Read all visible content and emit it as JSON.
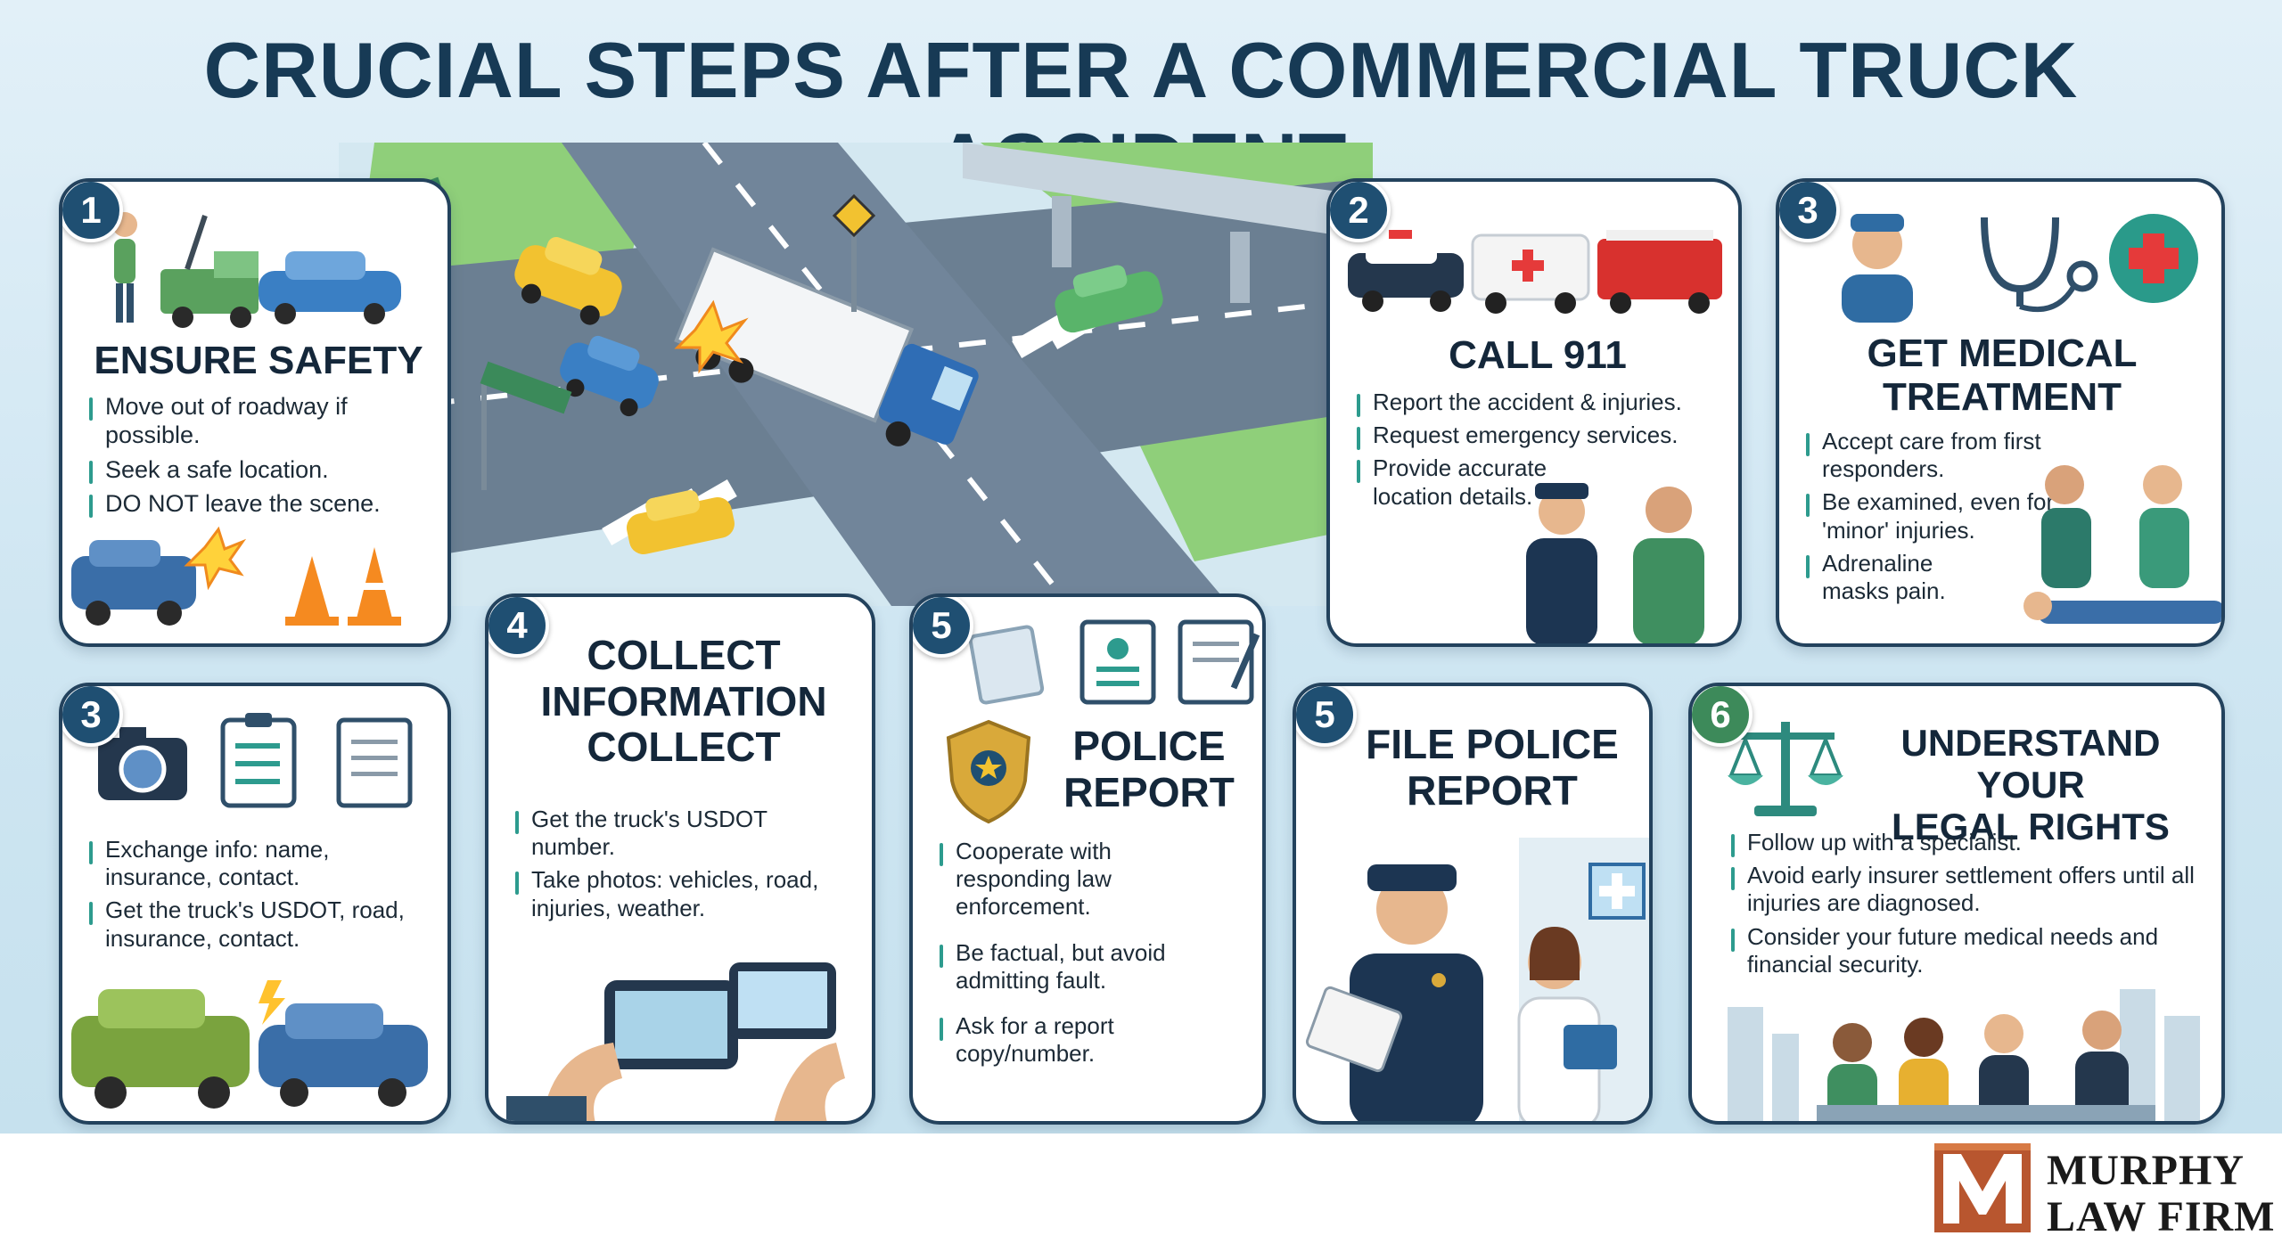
{
  "title": "CRUCIAL STEPS AFTER A COMMERCIAL TRUCK ACCIDENT",
  "colors": {
    "navy": "#1f4f72",
    "title": "#173a55",
    "accent": "#2d9b8e",
    "green_badge": "#3d8a5a",
    "logo_copper": "#b8562f"
  },
  "cards": {
    "safety": {
      "number": "1",
      "title": "ENSURE SAFETY",
      "bullets": [
        "Move out of roadway if possible.",
        "Seek a safe location.",
        "DO NOT leave the scene."
      ]
    },
    "call911": {
      "number": "2",
      "title": "CALL 911",
      "bullets": [
        "Report the accident & injuries.",
        "Request emergency services.",
        "Provide accurate location details."
      ]
    },
    "medical": {
      "number": "3",
      "title": "GET MEDICAL TREATMENT",
      "bullets": [
        "Accept care from first responders.",
        "Be examined, even for 'minor' injuries.",
        "Adrenaline masks pain."
      ]
    },
    "exchange": {
      "number": "3",
      "bullets": [
        "Exchange info: name, insurance, contact.",
        "Get the truck's USDOT, road, insurance, contact."
      ]
    },
    "collect": {
      "number": "4",
      "title_lines": [
        "COLLECT",
        "INFORMATION",
        "COLLECT"
      ],
      "bullets": [
        "Get the truck's USDOT number.",
        "Take photos: vehicles, road, injuries, weather."
      ]
    },
    "police_report": {
      "number": "5",
      "title_lines": [
        "POLICE",
        "REPORT"
      ],
      "bullets": [
        "Cooperate with responding law enforcement.",
        "Be factual, but avoid admitting fault.",
        "Ask for a report copy/number."
      ]
    },
    "file_police": {
      "number": "5",
      "title_lines": [
        "FILE POLICE",
        "REPORT"
      ]
    },
    "legal": {
      "number": "6",
      "title_lines": [
        "UNDERSTAND YOUR",
        "LEGAL RIGHTS"
      ],
      "bullets": [
        "Follow up with a specialist.",
        "Avoid early insurer settlement offers until all injuries are diagnosed.",
        "Consider your future medical needs and financial security."
      ]
    }
  },
  "logo": {
    "line1": "MURPHY",
    "line2": "LAW FIRM"
  }
}
